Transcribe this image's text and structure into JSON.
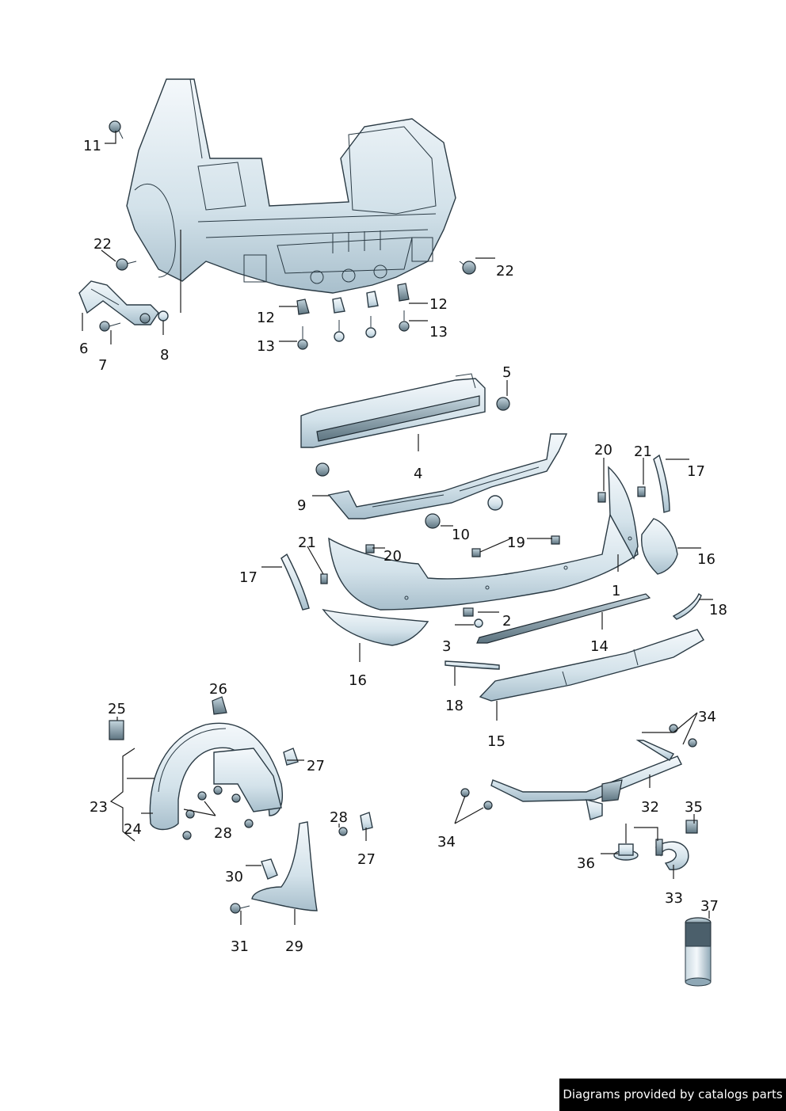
{
  "credit": "Diagrams provided by catalogs parts",
  "callouts": [
    "1",
    "2",
    "3",
    "4",
    "5",
    "6",
    "7",
    "8",
    "9",
    "10",
    "11",
    "12",
    "13",
    "14",
    "15",
    "16",
    "17",
    "18",
    "19",
    "20",
    "21",
    "22",
    "23",
    "24",
    "25",
    "26",
    "27",
    "28",
    "29",
    "30",
    "31",
    "32",
    "33",
    "34",
    "35",
    "36",
    "37"
  ],
  "colors": {
    "part_light": "#f4f8fb",
    "part_shade": "#a8bfcc",
    "part_dark": "#5d7480",
    "line": "#2a3a44",
    "banner": "#000000"
  }
}
